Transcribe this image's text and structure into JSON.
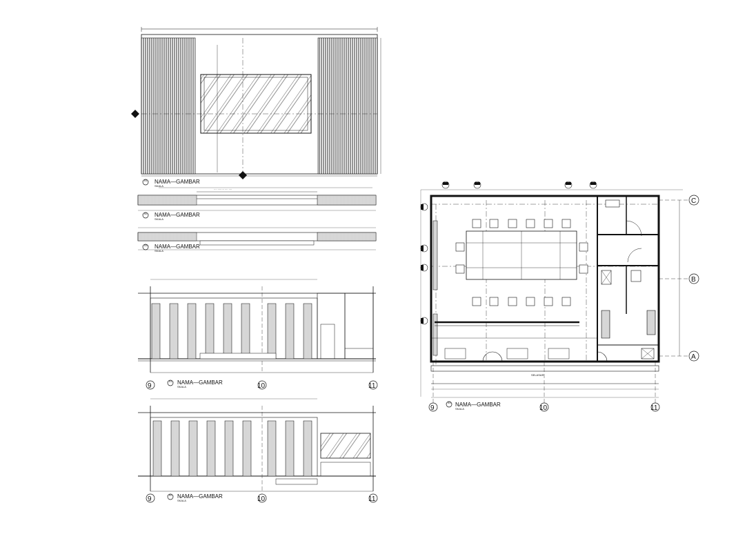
{
  "titles": {
    "elev_top": {
      "name": "NAMA—GAMBAR",
      "num": "01",
      "scale": "SKALA"
    },
    "sec_a": {
      "name": "NAMA—GAMBAR",
      "num": "02",
      "scale": "SKALA"
    },
    "sec_b": {
      "name": "NAMA—GAMBAR",
      "num": "03",
      "scale": "SKALA"
    },
    "elev_mid": {
      "name": "NAMA—GAMBAR",
      "num": "01",
      "scale": "SKALA"
    },
    "elev_bot": {
      "name": "NAMA—GAMBAR",
      "num": "02",
      "scale": "SKALA"
    },
    "plan": {
      "name": "NAMA—GAMBAR",
      "num": "03",
      "scale": "SKALA"
    }
  },
  "grid_labels": {
    "g9": "9",
    "g10": "10",
    "g11": "11",
    "gA": "A",
    "gB": "B",
    "gC": "C"
  },
  "plan_texts": {
    "corridor": "SELASAR"
  }
}
